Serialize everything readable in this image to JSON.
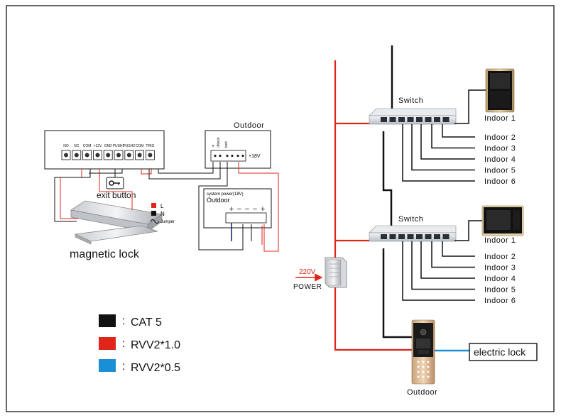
{
  "colors": {
    "cat5": "#111111",
    "rvv_1_0": "#e0251b",
    "rvv_0_5": "#1a8fd6",
    "frame": "#333333"
  },
  "left_diagram": {
    "terminal_labels": [
      "NO",
      "NC",
      "COM",
      "+12V",
      "GND",
      "PUSH1",
      "PUSH2",
      "COM",
      "TRIG"
    ],
    "exit_button": "exit button",
    "magnetic_lock": "magnetic lock",
    "outdoor_title": "Outdoor",
    "outdoor_terminals": [
      "unlock",
      "lock"
    ],
    "plus18": "+18V",
    "psu_title": "system power(18V)",
    "psu_subtitle": "Outdoor",
    "psu_polarity": [
      "+",
      "−",
      "−",
      "−",
      "+"
    ],
    "mini_legend": [
      {
        "key": "L",
        "color": "#e0251b"
      },
      {
        "key": "N",
        "color": "#111111"
      },
      {
        "key": "Jumper",
        "color": "#111111"
      }
    ]
  },
  "legend": [
    {
      "label": "CAT 5",
      "color": "#111111"
    },
    {
      "label": "RVV2*1.0",
      "color": "#e0251b"
    },
    {
      "label": "RVV2*0.5",
      "color": "#1a8fd6"
    }
  ],
  "legend_separator": ":",
  "right_diagram": {
    "switch1": {
      "label": "Switch",
      "indoors": [
        "Indoor 1",
        "Indoor 2",
        "Indoor 3",
        "Indoor 4",
        "Indoor 5",
        "Indoor 6"
      ]
    },
    "switch2": {
      "label": "Switch",
      "indoors": [
        "Indoor 1",
        "Indoor 2",
        "Indoor 3",
        "Indoor 4",
        "Indoor 5",
        "Indoor 6"
      ]
    },
    "power_voltage": "220V",
    "power_label": "POWER",
    "electric_lock": "electric lock",
    "outdoor_label": "Outdoor"
  },
  "icons": {
    "exit_button": "key-icon",
    "monitor": "indoor-monitor-icon",
    "door_station": "door-station-icon",
    "psu": "power-supply-icon"
  }
}
